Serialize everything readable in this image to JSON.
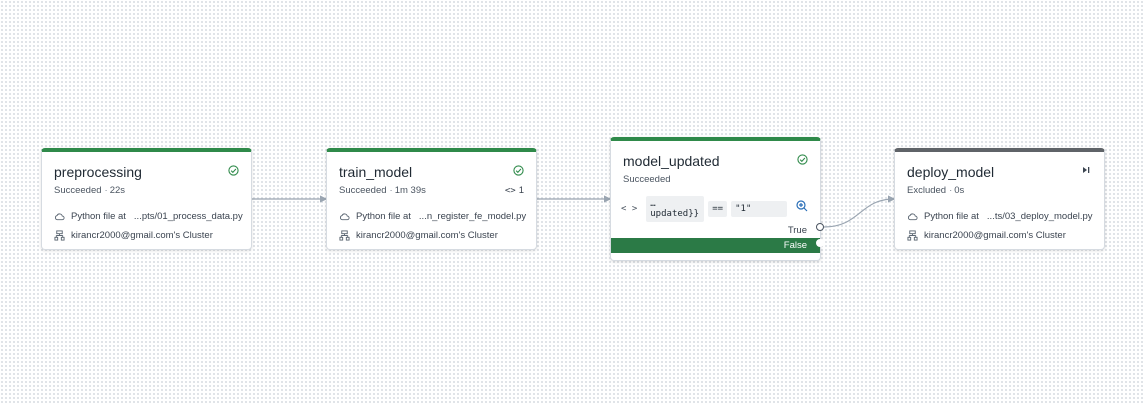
{
  "nodes": {
    "preprocessing": {
      "title": "preprocessing",
      "status": "Succeeded",
      "duration": "22s",
      "file_label": "Python file at",
      "file_path": "...pts/01_process_data.py",
      "cluster": "kirancr2000@gmail.com's Cluster",
      "status_icon": "check-circle-icon"
    },
    "train_model": {
      "title": "train_model",
      "status": "Succeeded",
      "duration": "1m 39s",
      "iterations": "1",
      "iterations_icon": "code-brackets-icon",
      "file_label": "Python file at",
      "file_path": "...n_register_fe_model.py",
      "cluster": "kirancr2000@gmail.com's Cluster",
      "status_icon": "check-circle-icon"
    },
    "model_updated": {
      "title": "model_updated",
      "status": "Succeeded",
      "code_glyph": "< >",
      "left_operand": "…updated}}",
      "operator": "==",
      "right_operand": "\"1\"",
      "true_label": "True",
      "false_label": "False",
      "status_icon": "check-circle-icon"
    },
    "deploy_model": {
      "title": "deploy_model",
      "status": "Excluded",
      "duration": "0s",
      "file_label": "Python file at",
      "file_path": "...ts/03_deploy_model.py",
      "cluster": "kirancr2000@gmail.com's Cluster",
      "status_icon": "skip-forward-icon"
    }
  },
  "separator": "·",
  "colors": {
    "success": "#2f8a4a",
    "excluded": "#5f6368",
    "false_branch": "#2b7a46",
    "edge": "#9aa5b1"
  }
}
